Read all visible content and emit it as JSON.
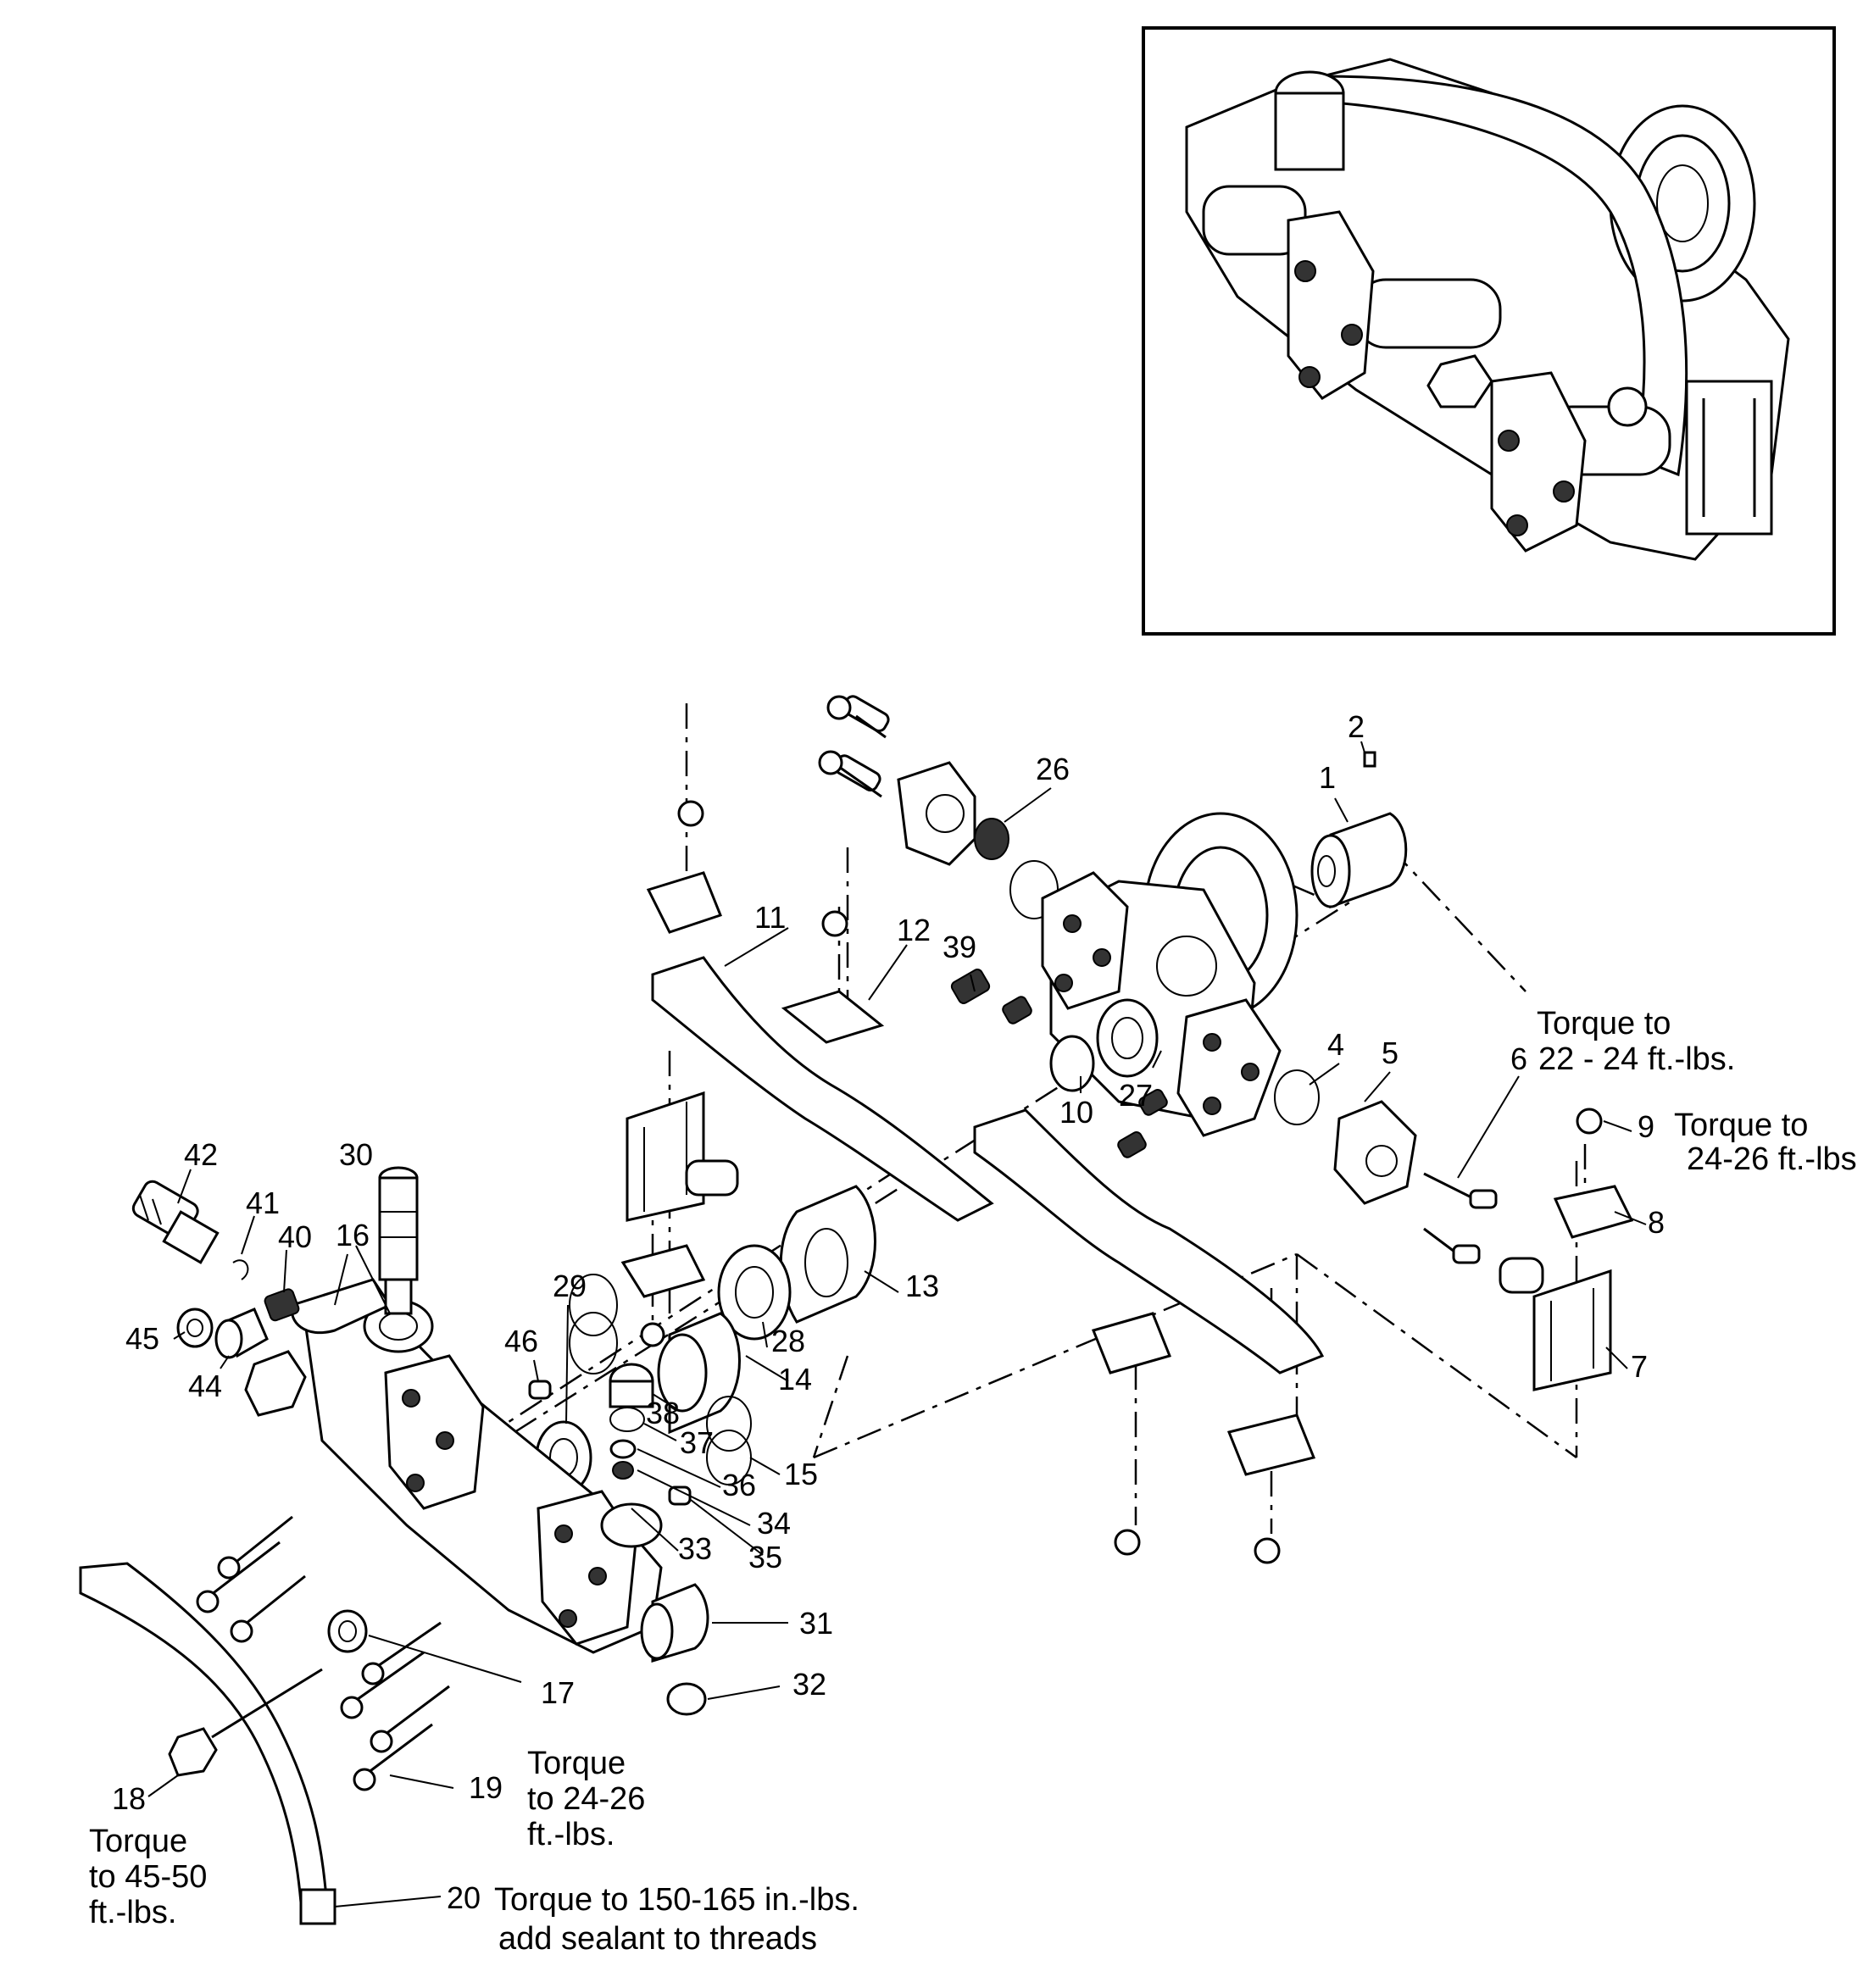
{
  "inset": {},
  "part_numbers": [
    {
      "id": "p1",
      "text": "1"
    },
    {
      "id": "p2",
      "text": "2"
    },
    {
      "id": "p4",
      "text": "4"
    },
    {
      "id": "p5",
      "text": "5"
    },
    {
      "id": "p6",
      "text": "6"
    },
    {
      "id": "p7",
      "text": "7"
    },
    {
      "id": "p8",
      "text": "8"
    },
    {
      "id": "p9",
      "text": "9"
    },
    {
      "id": "p10",
      "text": "10"
    },
    {
      "id": "p11",
      "text": "11"
    },
    {
      "id": "p12",
      "text": "12"
    },
    {
      "id": "p13",
      "text": "13"
    },
    {
      "id": "p14",
      "text": "14"
    },
    {
      "id": "p15",
      "text": "15"
    },
    {
      "id": "p16",
      "text": "16"
    },
    {
      "id": "p17",
      "text": "17"
    },
    {
      "id": "p18",
      "text": "18"
    },
    {
      "id": "p19",
      "text": "19"
    },
    {
      "id": "p20",
      "text": "20"
    },
    {
      "id": "p26",
      "text": "26"
    },
    {
      "id": "p27",
      "text": "27"
    },
    {
      "id": "p28",
      "text": "28"
    },
    {
      "id": "p29",
      "text": "29"
    },
    {
      "id": "p30",
      "text": "30"
    },
    {
      "id": "p31",
      "text": "31"
    },
    {
      "id": "p32",
      "text": "32"
    },
    {
      "id": "p33",
      "text": "33"
    },
    {
      "id": "p34",
      "text": "34"
    },
    {
      "id": "p35",
      "text": "35"
    },
    {
      "id": "p36",
      "text": "36"
    },
    {
      "id": "p37",
      "text": "37"
    },
    {
      "id": "p38",
      "text": "38"
    },
    {
      "id": "p39",
      "text": "39"
    },
    {
      "id": "p40",
      "text": "40"
    },
    {
      "id": "p41",
      "text": "41"
    },
    {
      "id": "p42",
      "text": "42"
    },
    {
      "id": "p44",
      "text": "44"
    },
    {
      "id": "p45",
      "text": "45"
    },
    {
      "id": "p46",
      "text": "46"
    }
  ],
  "torque_notes": {
    "part6": [
      "Torque to",
      "22 - 24 ft.-lbs."
    ],
    "part9": [
      "Torque to",
      "24-26 ft.-lbs"
    ],
    "part19": [
      "Torque",
      "to 24-26",
      "ft.-lbs."
    ],
    "part18": [
      "Torque",
      "to 45-50",
      "ft.-lbs."
    ],
    "part20": [
      "Torque to 150-165 in.-lbs.",
      "add sealant to threads"
    ]
  }
}
